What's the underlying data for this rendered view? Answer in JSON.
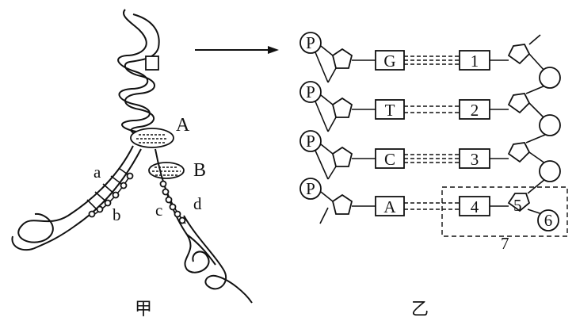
{
  "captions": {
    "left": "甲",
    "right": "乙"
  },
  "panel_jia": {
    "enzymes": [
      "A",
      "B"
    ],
    "strands": [
      "a",
      "b",
      "c",
      "d"
    ]
  },
  "panel_yi": {
    "phosphate_label": "P",
    "bases_left": [
      "G",
      "T",
      "C",
      "A"
    ],
    "bases_right": [
      "1",
      "2",
      "3",
      "4"
    ],
    "sugar_label": "5",
    "phosphate_right_label": "6",
    "nucleotide_label": "7"
  }
}
